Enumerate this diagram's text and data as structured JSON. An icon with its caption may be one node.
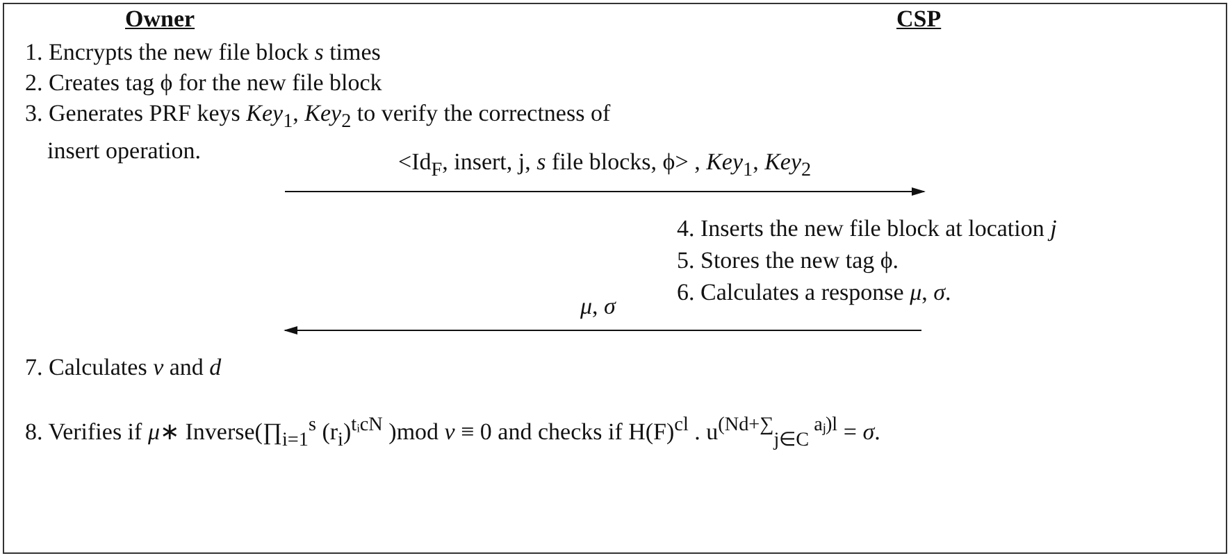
{
  "diagram": {
    "labels": [
      "Owner",
      "CSP",
      "1. Encrypts the new file block *s* times",
      "2. Creates tag ϕ for the new file block",
      "3. Generates PRF keys *Key*$_{1}$, *Key*$_{2}$ to verify the correctness of insert operation.",
      "<Id$_{F}$, insert, j, *s* file blocks, ϕ> , *Key*$_{1}$, *Key*$_{2}$",
      "4. Inserts the new file block at location *j*",
      "5. Stores the new tag ϕ.",
      "6. Calculates a response *μ*, *σ*.",
      "*μ*, *σ*",
      "7. Calculates *v* and *d*",
      "8. Verifies if *μ*∗ Inverse(∏$_{i=1}$$^{s}$ (r$_{i}$)$^{tᵢcN}$ )mod *v* ≡ 0 and checks if H(F)$^{cl}$ . u$^{(Nd+∑}$$_{j∈C}$$^{ aⱼ)l}$ = *σ*."
    ]
  }
}
